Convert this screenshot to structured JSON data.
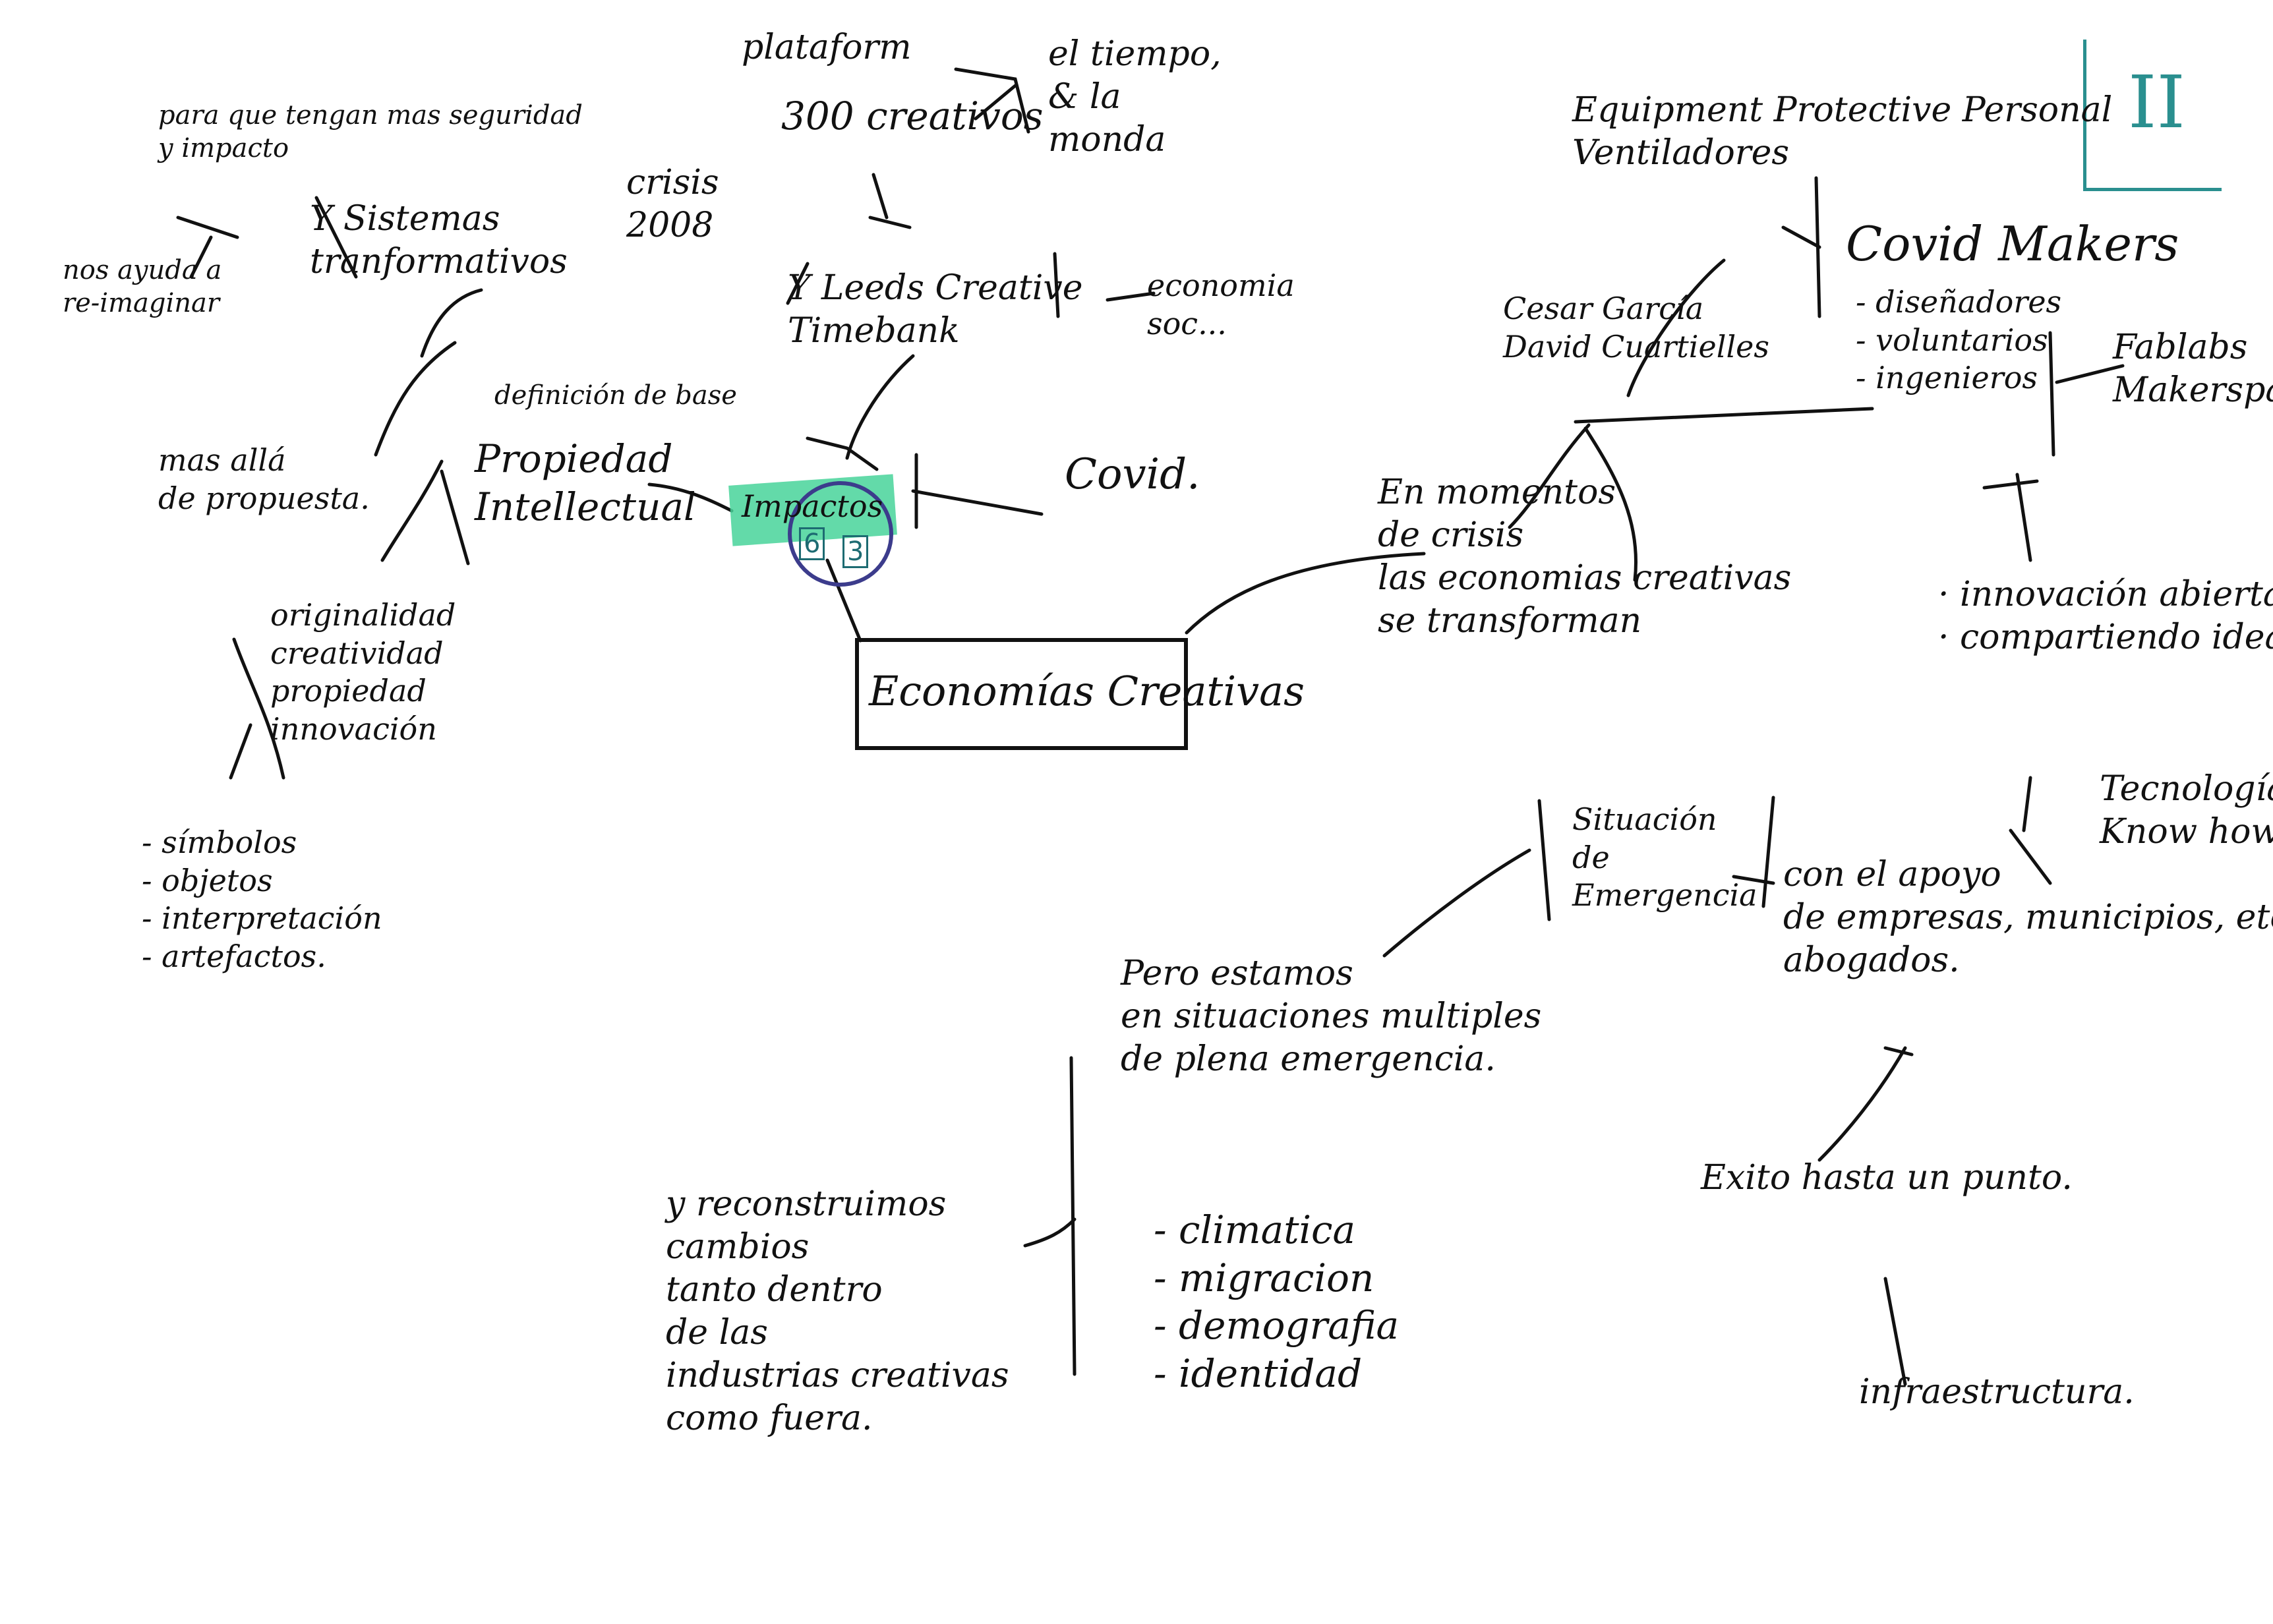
{
  "page_number": "II",
  "center": "Economías Creativas",
  "hub": {
    "label": "Impactos",
    "sdg_left": "6",
    "sdg_right": "3"
  },
  "left_branch": {
    "para_que": "para que tengan mas seguridad\ny impacto",
    "sistemas": "Y Sistemas\ntranformativos",
    "nos_ayuda": "nos ayuda a\nre-imaginar",
    "mas_alla": "mas allá\nde propuesta.",
    "definicion": "definición de base",
    "propiedad": "Propiedad\nIntellectual",
    "originalidad": "originalidad\ncreatividad\npropiedad\ninnovación",
    "simbolos": "- símbolos\n- objetos\n- interpretación\n- artefactos."
  },
  "top_branch": {
    "plataform": "plataform",
    "creativos": "300 creativos",
    "tiempo": "el tiempo,\n& la\nmonda",
    "crisis": "crisis\n2008",
    "leeds": "Y Leeds Creative\nTimebank",
    "economia": "economia\nsoc...",
    "covid": "Covid."
  },
  "right_branch": {
    "equipment": "Equipment Protective Personal\nVentiladores",
    "covid_makers": "Covid Makers",
    "makers_list": "- diseñadores\n- voluntarios\n- ingenieros",
    "fablabs": "Fablabs\nMakerspaces",
    "cesar": "Cesar García\nDavid Cuartielles",
    "momentos": "En momentos\nde crisis\nlas economias creativas\nse transforman",
    "innovacion": "· innovación abierta\n· compartiendo ideas",
    "tecnologia": "Tecnología\nKnow how",
    "situacion": "Situación\nde\nEmergencia",
    "apoyo": "con el apoyo\nde empresas, municipios, etc.\nabogados.",
    "exito": "Exito hasta un punto.",
    "infra": "infraestructura."
  },
  "bottom_branch": {
    "estamos": "Pero estamos\nen situaciones multiples\nde plena emergencia.",
    "lista": "- climatica\n- migracion\n- demografia\n- identidad",
    "reconstruimos": "y reconstruimos\ncambios\ntanto dentro\nde las\nindustrias creativas\ncomo fuera."
  }
}
